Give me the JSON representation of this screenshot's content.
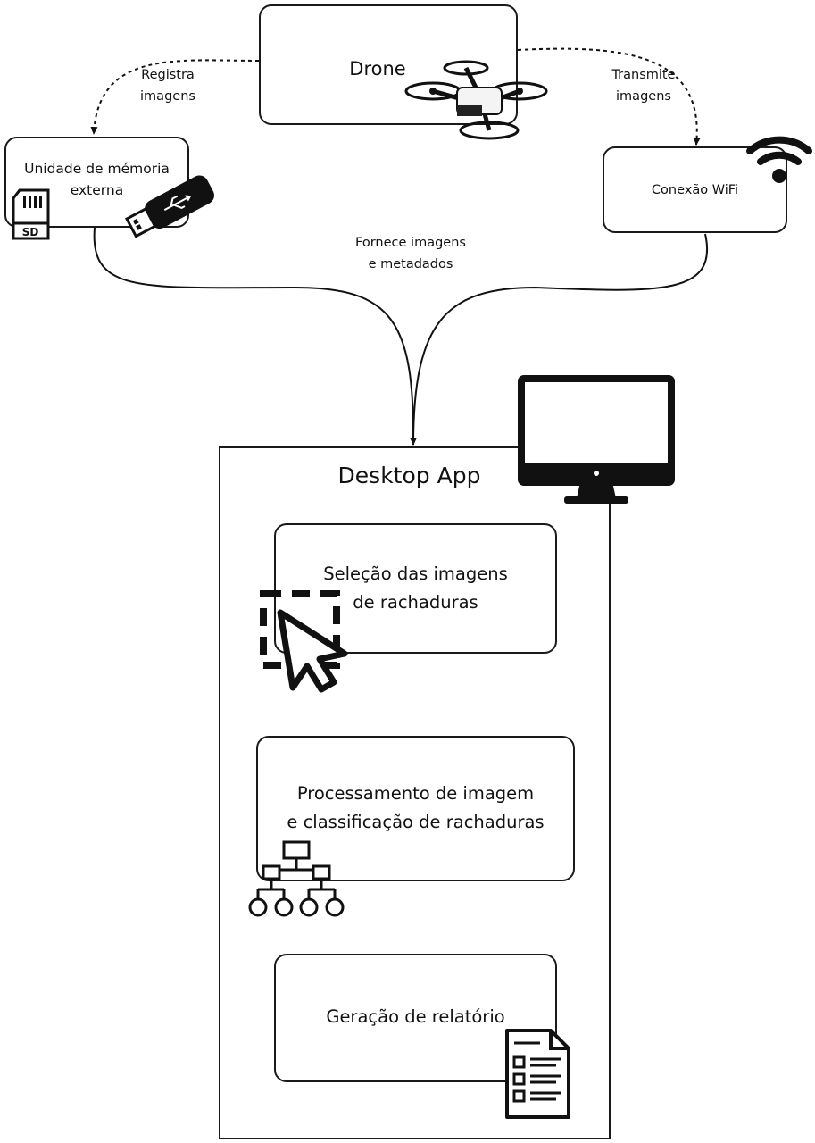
{
  "nodes": {
    "drone": {
      "label": "Drone"
    },
    "memory": {
      "line1": "Unidade de mémoria",
      "line2": "externa"
    },
    "wifi": {
      "label": "Conexão WiFi"
    },
    "desktop": {
      "title": "Desktop App"
    },
    "selection": {
      "line1": "Seleção das imagens",
      "line2": "de rachaduras"
    },
    "processing": {
      "line1": "Processamento de imagem",
      "line2": "e classificação de rachaduras"
    },
    "report": {
      "label": "Geração de relatório"
    }
  },
  "edges": {
    "registra": {
      "line1": "Registra",
      "line2": "imagens"
    },
    "transmite": {
      "line1": "Transmite",
      "line2": "imagens"
    },
    "fornece": {
      "line1": "Fornece imagens",
      "line2": "e metadados"
    }
  },
  "icons": {
    "drone": "drone-icon",
    "sd_card": "sd-card-icon",
    "usb": "usb-drive-icon",
    "wifi": "wifi-icon",
    "monitor": "monitor-icon",
    "cursor": "selection-cursor-icon",
    "network": "network-tree-icon",
    "document": "document-checklist-icon"
  },
  "sd_text": "SD"
}
